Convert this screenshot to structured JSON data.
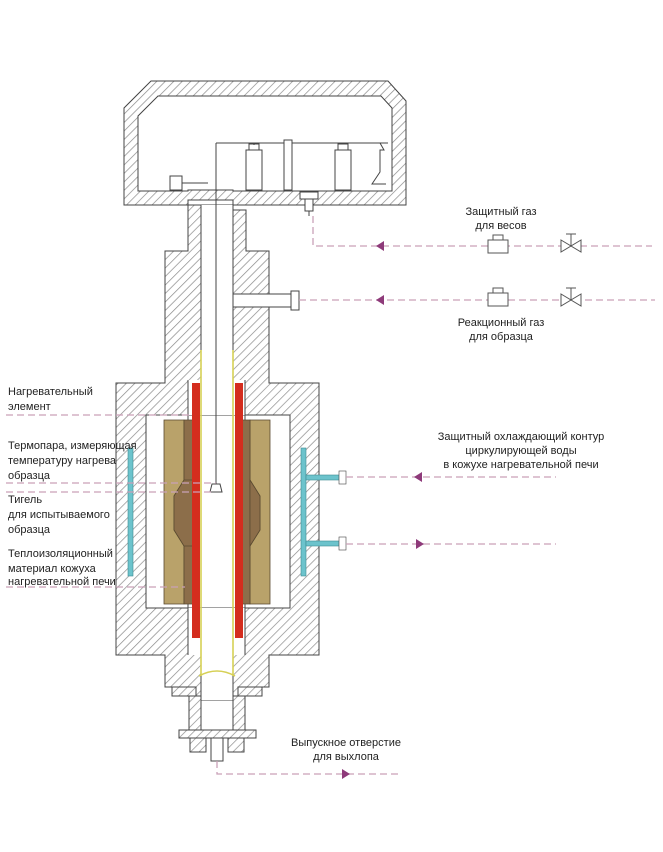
{
  "labels": {
    "shield_gas_balance": [
      "Защитный газ",
      "для весов"
    ],
    "reaction_gas": [
      "Реакционный газ",
      "для образца"
    ],
    "heating_element": [
      "Нагревательный",
      "элемент"
    ],
    "thermocouple": [
      "Термопара, измеряющая",
      "температуру нагрева",
      "образца"
    ],
    "crucible": [
      "Тигель",
      "для испытываемого",
      "образца"
    ],
    "insulation": [
      "Теплоизоляционный",
      "материал кожуха",
      "нагревательной печи"
    ],
    "cooling_circuit": [
      "Защитный охлаждающий контур",
      "циркулирующей воды",
      "в кожухе нагревательной печи"
    ],
    "exhaust": [
      "Выпускное отверстие",
      "для выхлопа"
    ]
  },
  "colors": {
    "wall": "#9a9a9a",
    "outline": "#444444",
    "heater": "#d42d1e",
    "insulation": "#b9a26a",
    "insulation_dark": "#8c6e4a",
    "cooling": "#6cc3cc",
    "gas_line": "#c9a1b8",
    "arrow": "#8e3a7a",
    "tube_yellow": "#d6d055"
  }
}
